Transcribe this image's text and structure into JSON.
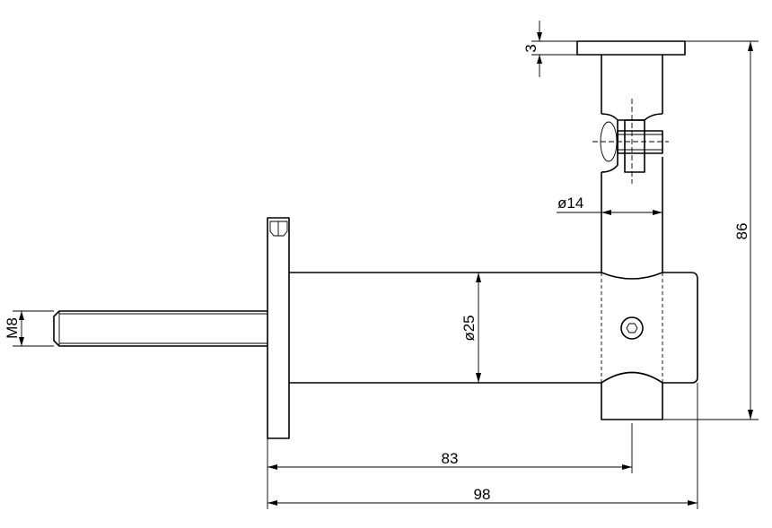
{
  "dimensions": {
    "thickness_top": "3",
    "total_height": "86",
    "diameter_small": "ø14",
    "diameter_main": "ø25",
    "thread": "M8",
    "length_inner": "83",
    "length_total": "98"
  }
}
